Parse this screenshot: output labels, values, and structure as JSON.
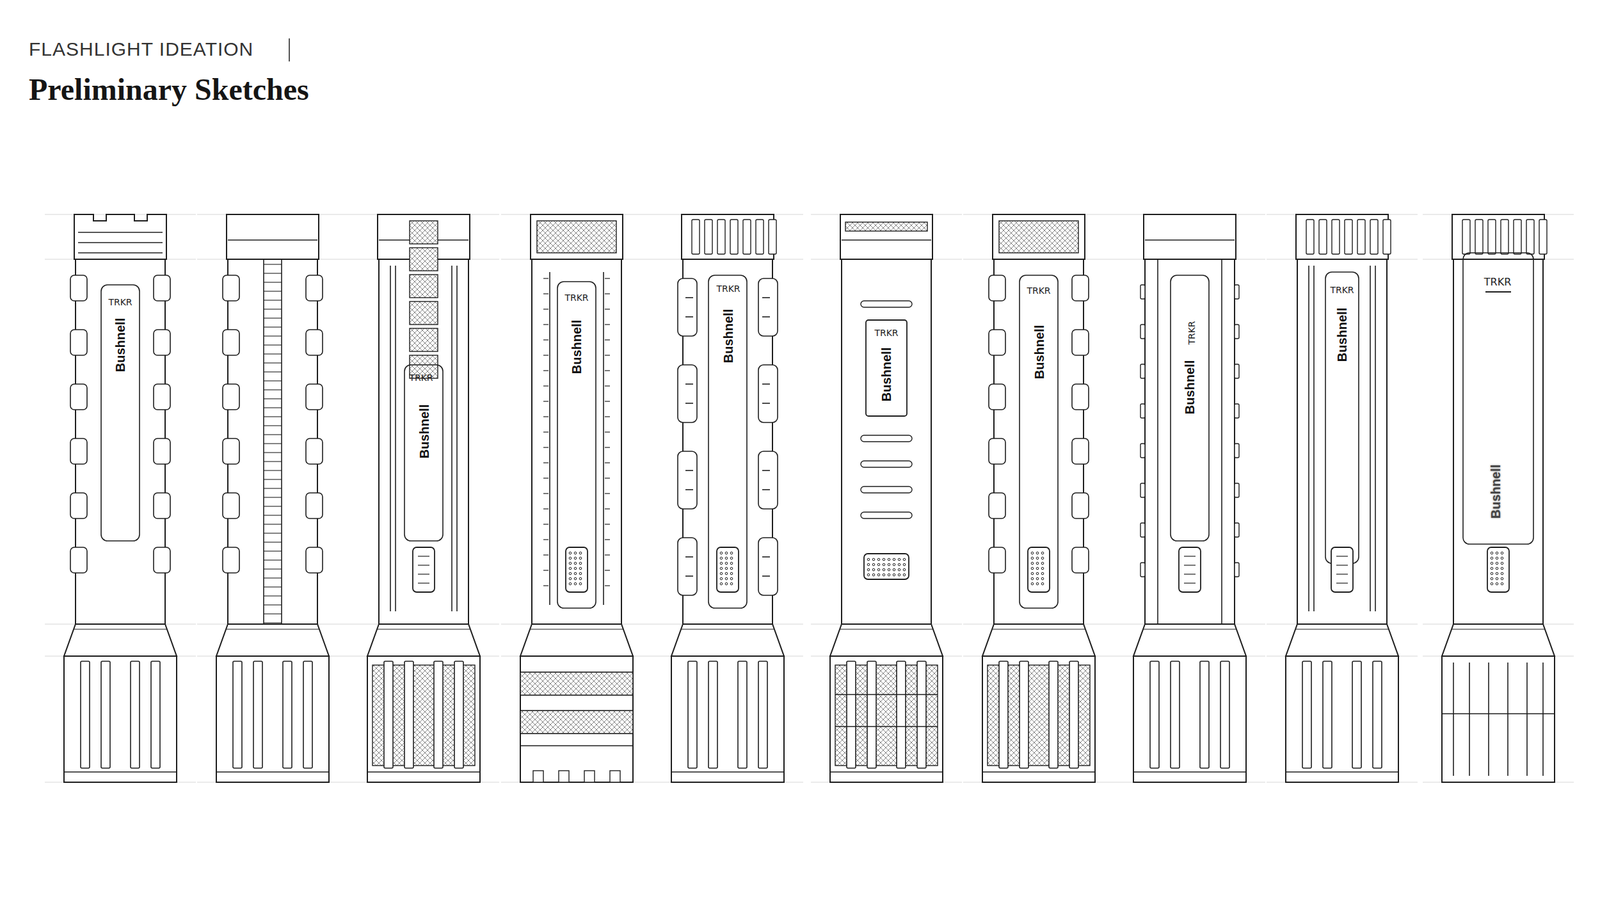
{
  "diagram": {
    "title": "Preliminary Sketches",
    "labels": [
      "FLASHLIGHT IDEATION",
      "TRKR",
      "Bushnell",
      "TRKR",
      "Bushnell",
      "TRKR",
      "Bushnell",
      "TRKR",
      "Bushnell",
      "TRKR",
      "Bushnell",
      "TRKR",
      "Bushnell",
      "TRKR",
      "Bushnell",
      "TRKR",
      "Bushnell",
      "TRKR",
      "Bushnell"
    ]
  }
}
